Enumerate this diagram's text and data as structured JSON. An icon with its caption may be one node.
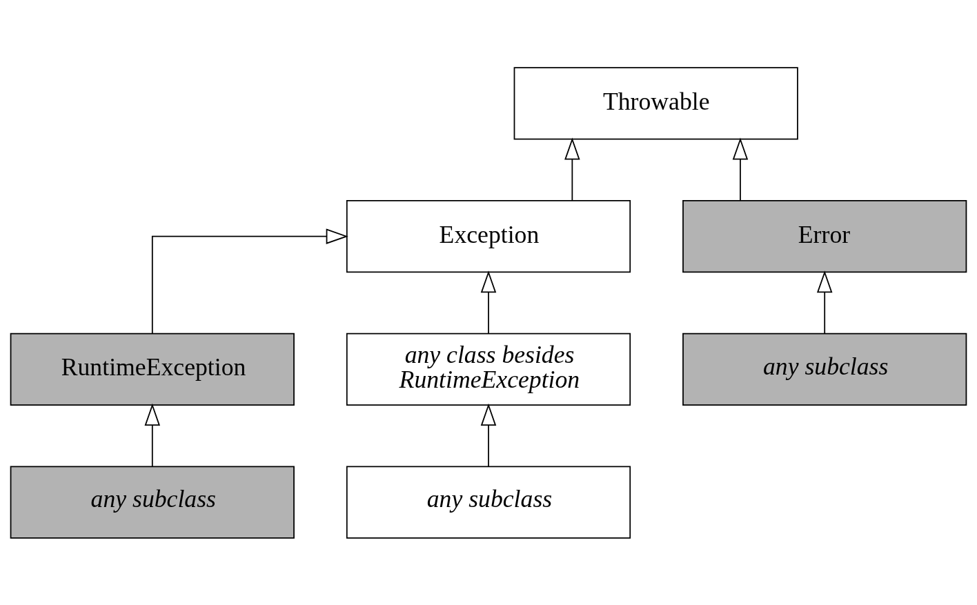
{
  "diagram": {
    "nodes": [
      {
        "text": [
          "Throwable"
        ]
      },
      {
        "text": [
          "Exception"
        ]
      },
      {
        "text": [
          "Error"
        ]
      },
      {
        "text": [
          "RuntimeException"
        ]
      },
      {
        "text": [
          "any class besides RuntimeException"
        ]
      },
      {
        "text": [
          "any subclass"
        ]
      },
      {
        "text": [
          "any subclass"
        ]
      },
      {
        "text": [
          "any subclass"
        ]
      }
    ],
    "edges": [
      {
        "from": 1,
        "to": 0,
        "arrow": "to"
      },
      {
        "from": 2,
        "to": 0,
        "arrow": "to"
      },
      {
        "from": 3,
        "to": 1,
        "arrow": "to"
      },
      {
        "from": 4,
        "to": 1,
        "arrow": "to"
      },
      {
        "from": 5,
        "to": 2,
        "arrow": "to"
      },
      {
        "from": 6,
        "to": 3,
        "arrow": "to"
      },
      {
        "from": 7,
        "to": 4,
        "arrow": "to"
      }
    ]
  }
}
